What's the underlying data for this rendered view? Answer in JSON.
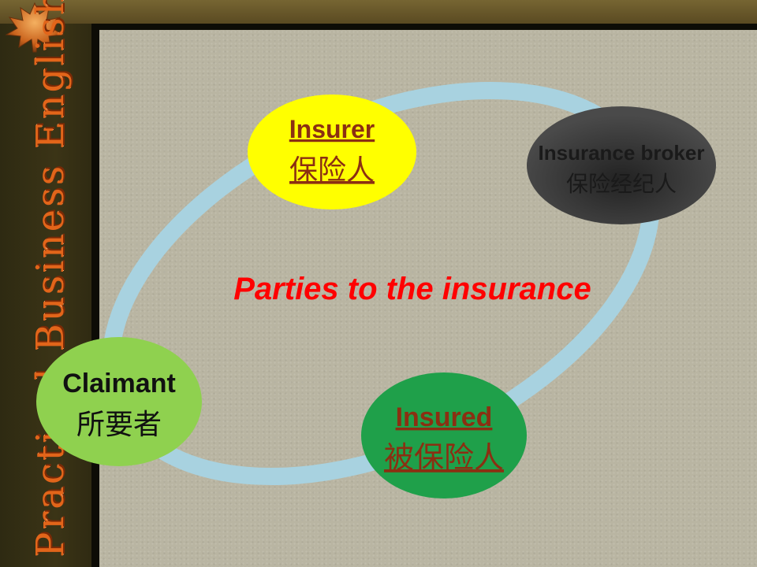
{
  "sidebar": {
    "title": "Practical Business English"
  },
  "diagram": {
    "title": "Parties to the insurance",
    "parties": {
      "insurer": {
        "en": "Insurer",
        "cn": "保险人"
      },
      "broker": {
        "en": "Insurance broker",
        "cn": "保险经纪人"
      },
      "claimant": {
        "en": "Claimant",
        "cn": "所要者"
      },
      "insured": {
        "en": "Insured",
        "cn": "被保险人"
      }
    }
  },
  "colors": {
    "title": "#ff0000",
    "insurer_fill": "#ffff00",
    "insurer_text": "#8b2f12",
    "broker_fill": "#3e3e3e",
    "broker_text": "#1a1a1a",
    "claimant_fill": "#8fd14f",
    "claimant_text": "#111111",
    "insured_fill": "#1fa04a",
    "insured_text": "#8b2f12",
    "ring": "#a8d2e0"
  },
  "icons": [
    "maple-leaf-icon"
  ]
}
